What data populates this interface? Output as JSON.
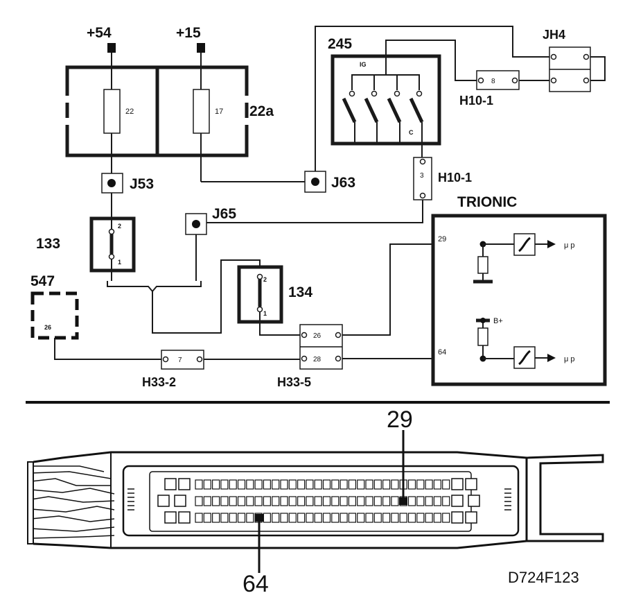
{
  "supply": {
    "terminal_54": "+54",
    "terminal_15": "+15"
  },
  "fuse_box": {
    "label": "22a",
    "fuse_left": "22",
    "fuse_right": "17"
  },
  "connectors": {
    "j53": "J53",
    "j63": "J63",
    "j65": "J65",
    "jh4": "JH4",
    "h10_1_top": "H10-1",
    "h10_1_top_pin": "8",
    "h10_1_right": "H10-1",
    "h10_1_right_pin": "3",
    "h33_2": "H33-2",
    "h33_2_pin": "7",
    "h33_5": "H33-5",
    "h33_5_pin_a": "26",
    "h33_5_pin_b": "28"
  },
  "ignition_switch": {
    "label": "245",
    "ig": "IG",
    "c": "C"
  },
  "component_133": {
    "label": "133",
    "pin_top": "2",
    "pin_bottom": "1"
  },
  "component_134": {
    "label": "134",
    "pin_top": "2",
    "pin_bottom": "1"
  },
  "component_547": {
    "label": "547",
    "pin": "26"
  },
  "trionic": {
    "label": "TRIONIC",
    "pin_29": "29",
    "pin_64": "64",
    "b_plus": "B+",
    "mu_p_top": "μ p",
    "mu_p_bottom": "μ p"
  },
  "ecu_connector": {
    "callout_29": "29",
    "callout_64": "64"
  },
  "figure_code": "D724F123"
}
